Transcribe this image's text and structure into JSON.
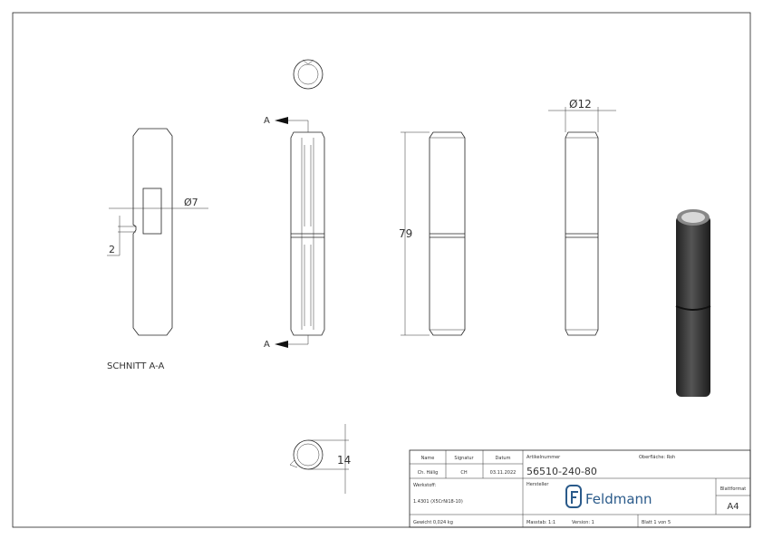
{
  "section_view": {
    "label": "SCHNITT A-A",
    "dim_diameter": "Ø7",
    "dim_groove": "2"
  },
  "section_markers": {
    "top": "A",
    "bottom": "A"
  },
  "dimensions": {
    "length": "79",
    "diameter": "Ø12",
    "width": "14"
  },
  "title_block": {
    "headers": {
      "name": "Name",
      "signatur": "Signatur",
      "datum": "Datum"
    },
    "values": {
      "name": "Ch. Hälig",
      "signatur": "CH",
      "datum": "03.11.2022"
    },
    "artikelnummer_label": "Artikelnummer",
    "artikelnummer": "56510-240-80",
    "oberflaeche": "Oberfläche:  Roh",
    "werkstoff_label": "Werkstoff:",
    "werkstoff": "1.4301 (X5CrNi18-10)",
    "hersteller_label": "Hersteller",
    "logo_text": "Feldmann",
    "blattformat_label": "Blattformat",
    "blattformat": "A4",
    "gewicht": "Gewicht 0,024 kg",
    "masstab": "Masstab: 1:1",
    "version": "Version: 1",
    "blatt": "Blatt 1 von 5"
  },
  "colors": {
    "line": "#222222",
    "logo": "#2a5a8a",
    "render_body": "#3a3a3a"
  }
}
